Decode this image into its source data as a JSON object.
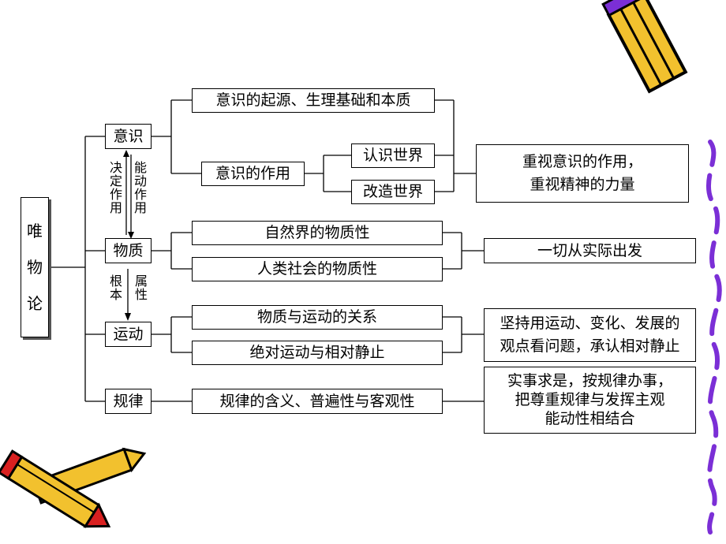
{
  "root": {
    "chars": [
      "唯",
      "物",
      "论"
    ]
  },
  "categories": {
    "consciousness": "意识",
    "matter": "物质",
    "motion": "运动",
    "law": "规律"
  },
  "relations": {
    "decides_vertical": "决定作用",
    "active_role_vertical": "能动作用",
    "fundamental_vertical": "根本",
    "attribute_vertical": "属性"
  },
  "consciousness_topics": {
    "origin": "意识的起源、生理基础和本质",
    "role": "意识的作用",
    "knowing_world": "认识世界",
    "changing_world": "改造世界",
    "conclusion_line1": "重视意识的作用，",
    "conclusion_line2": "重视精神的力量"
  },
  "matter_topics": {
    "nature": "自然界的物质性",
    "society": "人类社会的物质性",
    "conclusion": "一切从实际出发"
  },
  "motion_topics": {
    "relation": "物质与运动的关系",
    "absolute": "绝对运动与相对静止",
    "conclusion_line1": "坚持用运动、变化、发展的",
    "conclusion_line2": "观点看问题，承认相对静止"
  },
  "law_topics": {
    "meaning": "规律的含义、普遍性与客观性",
    "conclusion_line1": "实事求是，按规律办事，",
    "conclusion_line2": "把尊重规律与发挥主观",
    "conclusion_line3": "能动性相结合"
  },
  "colors": {
    "pencil_body": "#f2c12e",
    "pencil_tip": "#d92020",
    "pencil_eraser": "#2a9d3a",
    "squiggle": "#7b2fd6"
  }
}
